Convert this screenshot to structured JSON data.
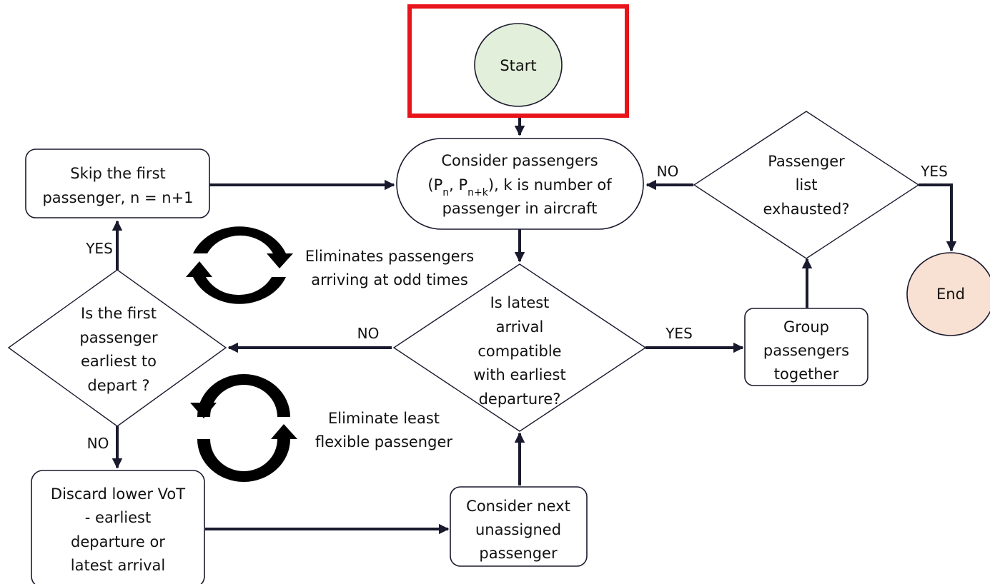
{
  "nodes": {
    "start": {
      "text": "Start"
    },
    "end": {
      "text": "End"
    },
    "consider_pax": {
      "line1": "Consider passengers",
      "line3": "passenger in aircraft"
    },
    "skip_first": {
      "line1": "Skip the first",
      "line2": "passenger, n = n+1"
    },
    "is_first_earliest": {
      "lines": [
        "Is the first",
        "passenger",
        "earliest to",
        "depart ?"
      ]
    },
    "is_latest_compatible": {
      "lines": [
        "Is latest",
        "arrival",
        "compatible",
        "with earliest",
        "departure?"
      ]
    },
    "group_pax": {
      "lines": [
        "Group",
        "passengers",
        "together"
      ]
    },
    "pax_list_exhausted": {
      "lines": [
        "Passenger",
        "list",
        "exhausted?"
      ]
    },
    "discard_lower_vot": {
      "lines": [
        "Discard lower VoT",
        "- earliest",
        "departure or",
        "latest arrival"
      ]
    },
    "consider_next": {
      "lines": [
        "Consider next",
        "unassigned",
        "passenger"
      ]
    }
  },
  "edge_labels": {
    "no_to_consider": "NO",
    "yes_to_end": "YES",
    "yes_to_skip": "YES",
    "no_left": "NO",
    "yes_right": "YES",
    "no_to_discard": "NO"
  },
  "annotations": {
    "cycle1": [
      "Eliminates passengers",
      "arriving at odd times"
    ],
    "cycle2": [
      "Eliminate least",
      "flexible passenger"
    ]
  },
  "colors": {
    "start_fill": "#e2efda",
    "end_fill": "#f8e0d2",
    "highlight_box": "#e8141b",
    "line": "#1a1a2e"
  }
}
